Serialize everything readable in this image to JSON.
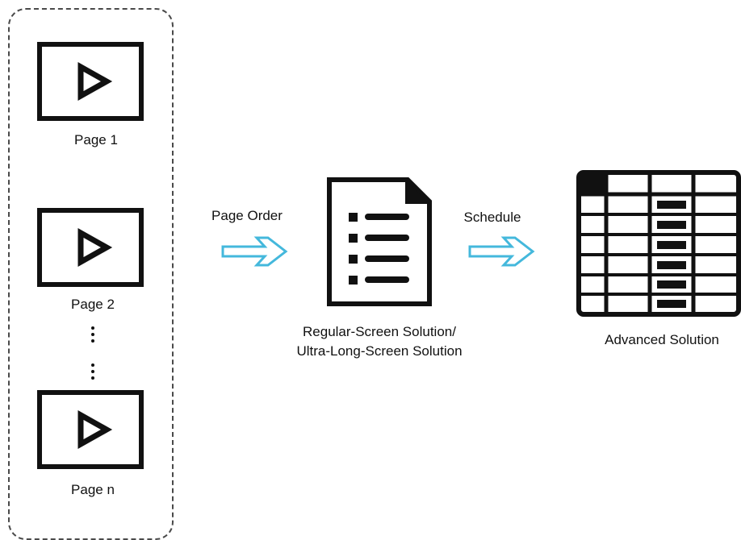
{
  "pages": [
    {
      "label": "Page 1"
    },
    {
      "label": "Page 2"
    },
    {
      "label": "Page n"
    }
  ],
  "arrows": {
    "first_label": "Page Order",
    "second_label": "Schedule",
    "color": "#44b8dc"
  },
  "document": {
    "label_line1": "Regular-Screen Solution/",
    "label_line2": "Ultra-Long-Screen Solution"
  },
  "table": {
    "label": "Advanced Solution"
  },
  "icons": {
    "page": "play-page-icon",
    "document": "document-list-icon",
    "table": "schedule-table-icon",
    "arrow": "hollow-right-arrow-icon"
  }
}
